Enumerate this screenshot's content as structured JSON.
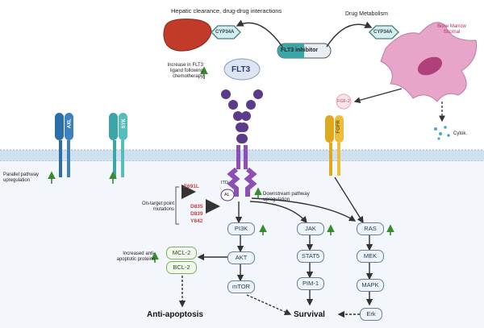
{
  "header": {
    "hepatic": "Hepatic clearance, drug-drug interactions",
    "drug_metabolism": "Drug Metabolism",
    "bone_marrow": "Bone Marrow Stromal",
    "cyp_left": "CYP34A",
    "cyp_right": "CYP34A",
    "inhibitor": "FLT3 inhibitor"
  },
  "ligand": {
    "note": "Increase in FLT3 ligand following chemotherapy",
    "fgf2": "FGF-2",
    "cytok": "Cytok."
  },
  "receptors": {
    "flt3": "FLT3",
    "axl": "AXL",
    "syk": "SYK",
    "fgfr": "FGFR"
  },
  "annotations": {
    "parallel": "Parallel pathway upregulation",
    "on_target": "On-target point mutations",
    "downstream": "Downstream pathway upregulation",
    "increased_anti": "Increased anti-apoptotic proteins",
    "itd": "ITD",
    "al": "AL"
  },
  "mutations": [
    "F691L",
    "D835",
    "D839",
    "Y842"
  ],
  "pathway": {
    "pi3k": "PI3K",
    "akt": "AKT",
    "mtor": "mTOR",
    "jak": "JAK",
    "stat5": "STAT5",
    "pim1": "PIM-1",
    "ras": "RAS",
    "mek": "MEK",
    "mapk": "MAPK",
    "erk": "Erk",
    "mcl2": "MCL-2",
    "bcl2": "BCL-2"
  },
  "outcomes": {
    "anti_apoptosis": "Anti-apoptosis",
    "survival": "Survival"
  },
  "colors": {
    "membrane": "#cfe0ee",
    "flt3": "#5b3a8c",
    "flt3_tm": "#8d4fb5",
    "axl": "#2c6ea8",
    "syk": "#3aa6a8",
    "fgfr": "#e0a81e",
    "liver": "#c23b2a",
    "stromal": "#e7a6c9",
    "arrow": "#333333",
    "up_arrow": "#3a8a2f"
  }
}
